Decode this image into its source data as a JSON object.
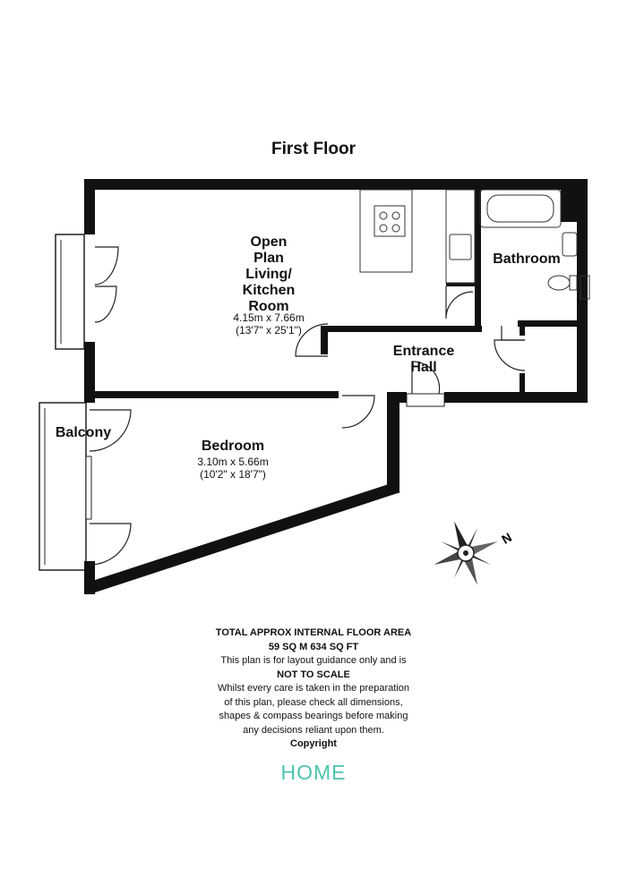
{
  "floor": {
    "title": "First Floor"
  },
  "rooms": {
    "living": {
      "name": "Open\nPlan\nLiving/\nKitchen\nRoom",
      "dim_m": "4.15m x 7.66m",
      "dim_ft": "(13'7\" x 25'1\")"
    },
    "bedroom": {
      "name": "Bedroom",
      "dim_m": "3.10m x 5.66m",
      "dim_ft": "(10'2\" x 18'7\")"
    },
    "bathroom": {
      "name": "Bathroom"
    },
    "entrance": {
      "name": "Entrance\nHall"
    },
    "balcony": {
      "name": "Balcony"
    }
  },
  "compass": {
    "north_label": "N"
  },
  "notes": {
    "area_title": "TOTAL APPROX INTERNAL FLOOR AREA",
    "area_value": "59 SQ M 634 SQ FT",
    "line1": "This plan is for layout guidance only and is",
    "scale": "NOT TO SCALE",
    "line2": "Whilst every care is taken in the preparation",
    "line3": "of this plan, please check all dimensions,",
    "line4": "shapes & compass bearings before making",
    "line5": "any decisions reliant upon them.",
    "copyright": "Copyright"
  },
  "brand": {
    "logo_text": "HOME",
    "color": "#4dc3ad"
  }
}
